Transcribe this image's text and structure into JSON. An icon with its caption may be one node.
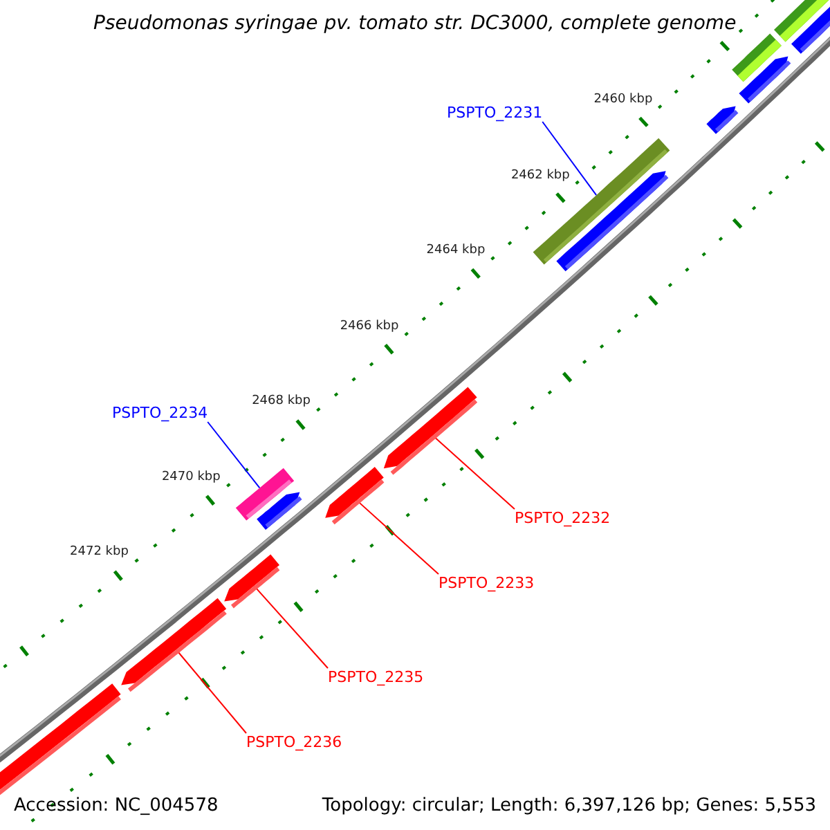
{
  "diagram": {
    "title": "Pseudomonas syringae pv. tomato str. DC3000, complete genome",
    "nodes": [
      {
        "text": [
          "PSPTO_2231"
        ]
      },
      {
        "text": [],
        "shape": "bar"
      },
      {
        "text": [
          "PSPTO_2234"
        ]
      },
      {
        "text": [],
        "shape": "bar"
      },
      {
        "text": [
          "PSPTO_2232"
        ]
      },
      {
        "text": [],
        "shape": "arrow"
      },
      {
        "text": [
          "PSPTO_2233"
        ]
      },
      {
        "text": [],
        "shape": "arrow"
      },
      {
        "text": [
          "PSPTO_2235"
        ]
      },
      {
        "text": [],
        "shape": "arrow"
      },
      {
        "text": [
          "PSPTO_2236"
        ]
      },
      {
        "text": [],
        "shape": "arrow"
      }
    ],
    "edges": [
      {
        "from": 0,
        "to": 1,
        "arrow": "none",
        "color": "#0000ff"
      },
      {
        "from": 2,
        "to": 3,
        "arrow": "none",
        "color": "#0000ff"
      },
      {
        "from": 4,
        "to": 5,
        "arrow": "none"
      },
      {
        "from": 6,
        "to": 7,
        "arrow": "none"
      },
      {
        "from": 8,
        "to": 9,
        "arrow": "none"
      },
      {
        "from": 10,
        "to": 11,
        "arrow": "none"
      }
    ],
    "labels": [
      "2460 kbp",
      "2462 kbp",
      "2464 kbp",
      "2466 kbp",
      "2468 kbp",
      "2470 kbp",
      "2472 kbp",
      "Accession: NC_004578",
      "Topology: circular; Length: 6,397,126 bp; Genes: 5,553"
    ]
  }
}
